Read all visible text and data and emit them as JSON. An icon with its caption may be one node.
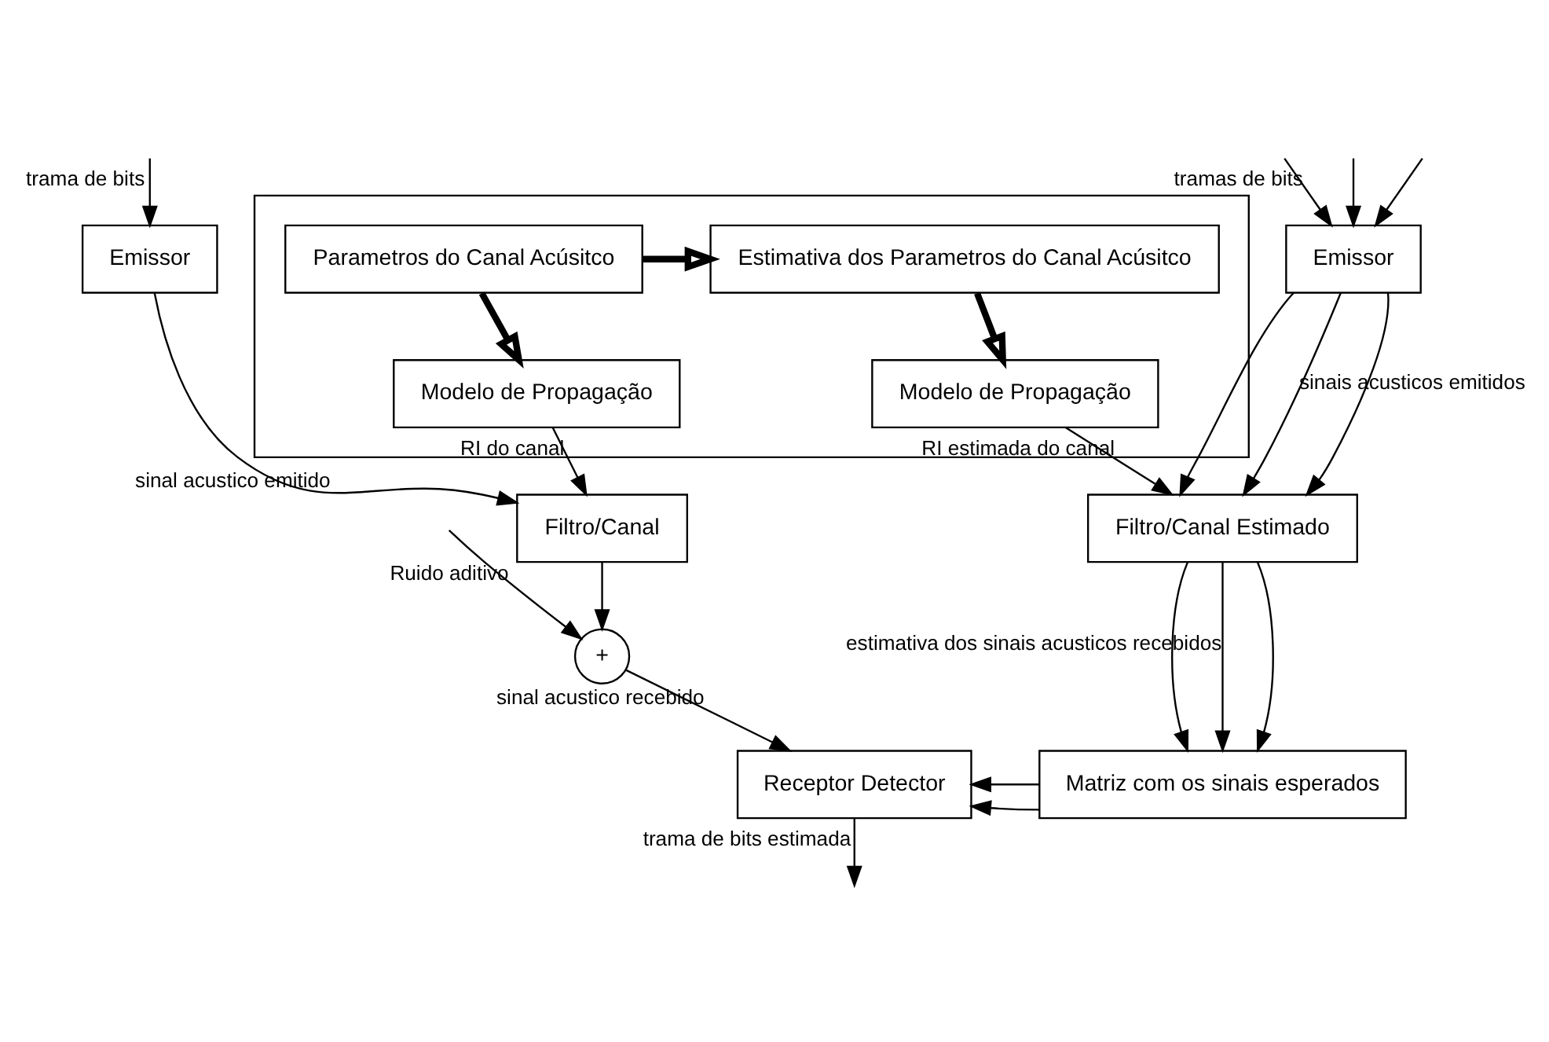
{
  "diagram": {
    "nodes": [
      {
        "text": [],
        "shape": "box"
      },
      {
        "text": [
          "Parametros do Canal Acúsitco"
        ],
        "in": 0
      },
      {
        "text": [
          "Estimativa dos Parametros do Canal Acúsitco"
        ],
        "in": 0
      },
      {
        "text": [
          "Modelo de Propagação"
        ],
        "in": 0
      },
      {
        "text": [
          "Modelo de Propagação"
        ],
        "in": 0
      },
      {
        "text": [
          "Emissor"
        ]
      },
      {
        "text": [
          "Filtro/Canal"
        ]
      },
      {
        "text": [
          "+"
        ]
      },
      {
        "text": [
          "Emissor"
        ]
      },
      {
        "text": [
          "Filtro/Canal Estimado"
        ]
      },
      {
        "text": [
          "Receptor Detector"
        ]
      },
      {
        "text": [
          "Matriz com os sinais esperados"
        ]
      }
    ],
    "edges": [
      {
        "from": null,
        "to": 5,
        "arrow": "to",
        "label": "trama de bits"
      },
      {
        "from": 5,
        "to": 6,
        "arrow": "to",
        "label": "sinal acustico emitido"
      },
      {
        "from": 6,
        "to": 7,
        "arrow": "to"
      },
      {
        "from": null,
        "to": 7,
        "arrow": "to",
        "label": "Ruido aditivo"
      },
      {
        "from": 7,
        "to": 10,
        "arrow": "to",
        "label": "sinal acustico recebido"
      },
      {
        "from": 1,
        "to": 2,
        "arrow": "to",
        "style": "thick"
      },
      {
        "from": 1,
        "to": 3,
        "arrow": "to",
        "style": "thick"
      },
      {
        "from": 2,
        "to": 4,
        "arrow": "to",
        "style": "thick"
      },
      {
        "from": 3,
        "to": 6,
        "arrow": "to",
        "label": "RI do canal"
      },
      {
        "from": 4,
        "to": 9,
        "arrow": "to",
        "label": "RI estimada do canal"
      },
      {
        "from": null,
        "to": 8,
        "arrow": "to"
      },
      {
        "from": null,
        "to": 8,
        "arrow": "to",
        "label": "tramas de bits"
      },
      {
        "from": null,
        "to": 8,
        "arrow": "to"
      },
      {
        "from": 8,
        "to": 9,
        "arrow": "to"
      },
      {
        "from": 8,
        "to": 9,
        "arrow": "to",
        "label": "sinais acusticos emitidos"
      },
      {
        "from": 8,
        "to": 9,
        "arrow": "to"
      },
      {
        "from": 9,
        "to": 11,
        "arrow": "to"
      },
      {
        "from": 9,
        "to": 11,
        "arrow": "to",
        "label": "estimativa dos sinais acusticos recebidos"
      },
      {
        "from": 9,
        "to": 11,
        "arrow": "to"
      },
      {
        "from": 11,
        "to": 10,
        "arrow": "to"
      },
      {
        "from": 11,
        "to": 10,
        "arrow": "to"
      },
      {
        "from": 10,
        "to": null,
        "arrow": "to",
        "label": "trama de bits estimada"
      }
    ]
  }
}
